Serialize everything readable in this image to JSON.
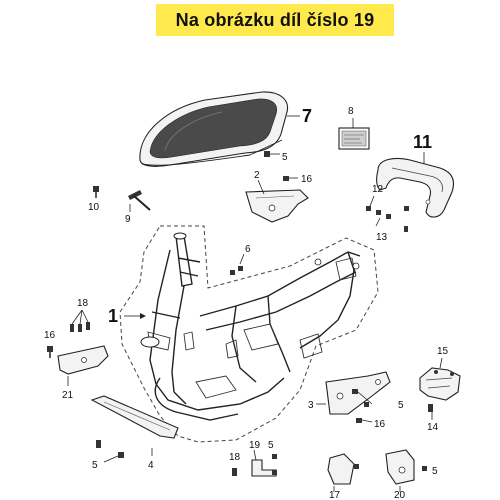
{
  "banner": {
    "text": "Na obrázku díl číslo 19"
  },
  "callouts": {
    "c1": "1",
    "c2": "2",
    "c3": "3",
    "c4": "4",
    "c5a": "5",
    "c5b": "5",
    "c5c": "5",
    "c5d": "5",
    "c5e": "5",
    "c6": "6",
    "c7": "7",
    "c8": "8",
    "c9": "9",
    "c10": "10",
    "c11": "11",
    "c12": "12",
    "c13": "13",
    "c14": "14",
    "c15": "15",
    "c16a": "16",
    "c16b": "16",
    "c16c": "16",
    "c17": "17",
    "c18a": "18",
    "c18b": "18",
    "c19": "19",
    "c20": "20",
    "c21": "21"
  }
}
